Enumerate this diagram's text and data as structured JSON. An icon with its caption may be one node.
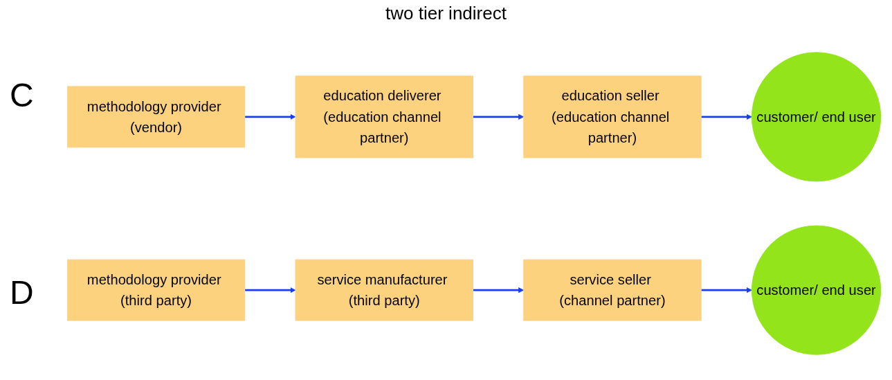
{
  "diagram": {
    "nodes": [
      {
        "text": [
          "methodology provider (vendor)"
        ]
      },
      {
        "text": [
          "education deliverer (education channel partner)"
        ]
      },
      {
        "text": [
          "education seller (education channel partner)"
        ]
      },
      {
        "text": [
          "customer/ end user"
        ]
      },
      {
        "text": [
          "methodology provider (third party)"
        ]
      },
      {
        "text": [
          "service manufacturer (third party)"
        ]
      },
      {
        "text": [
          "service seller (channel partner)"
        ]
      },
      {
        "text": [
          "customer/ end user"
        ]
      }
    ],
    "edges": [
      {
        "from": 0,
        "to": 1,
        "arrow": "to"
      },
      {
        "from": 1,
        "to": 2,
        "arrow": "to"
      },
      {
        "from": 2,
        "to": 3,
        "arrow": "to"
      },
      {
        "from": 4,
        "to": 5,
        "arrow": "to"
      },
      {
        "from": 5,
        "to": 6,
        "arrow": "to"
      },
      {
        "from": 6,
        "to": 7,
        "arrow": "to"
      }
    ],
    "labels": [
      "two tier indirect",
      "C",
      "D"
    ]
  }
}
